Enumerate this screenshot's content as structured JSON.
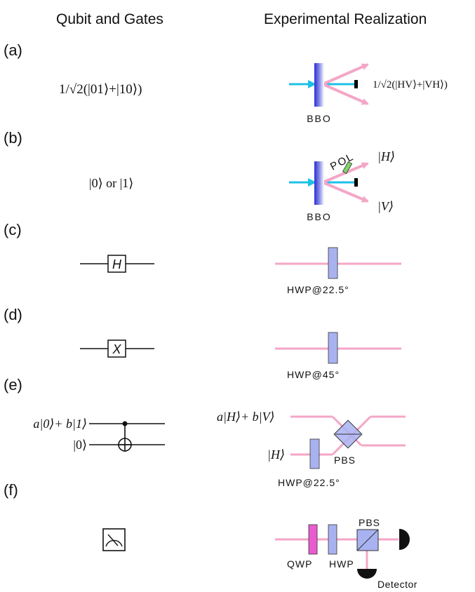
{
  "columns": {
    "left_title": "Qubit and Gates",
    "right_title": "Experimental Realization"
  },
  "colors": {
    "pink_beam": "#f4a6c7",
    "cyan_beam": "#1ec0e8",
    "element_blue": "#a9b2f0",
    "crystal_blue": "#3a3fd6",
    "qwp_magenta": "#e85ccf",
    "polarizer_green": "#7fd36a",
    "ink": "#111111"
  },
  "panels": {
    "a": {
      "label": "(a)",
      "state_left": "1/√2(|01⟩+|10⟩)",
      "crystal": "BBO",
      "state_right": "1/√2(|HV⟩+|VH⟩)"
    },
    "b": {
      "label": "(b)",
      "state_left": "|0⟩  or  |1⟩",
      "crystal": "BBO",
      "polarizer": "POL",
      "out_upper": "|H⟩",
      "out_lower": "|V⟩"
    },
    "c": {
      "label": "(c)",
      "gate": "H",
      "element": "HWP@22.5°"
    },
    "d": {
      "label": "(d)",
      "gate": "X",
      "element": "HWP@45°"
    },
    "e": {
      "label": "(e)",
      "control_state": "a|0⟩+ b|1⟩",
      "target_state": "|0⟩",
      "input_upper": "a|H⟩+ b|V⟩",
      "input_lower": "|H⟩",
      "beamsplitter": "PBS",
      "element": "HWP@22.5°"
    },
    "f": {
      "label": "(f)",
      "meter_icon": "measurement-meter-icon",
      "beamsplitter": "PBS",
      "qwp": "QWP",
      "hwp": "HWP",
      "detector": "Detector"
    }
  }
}
